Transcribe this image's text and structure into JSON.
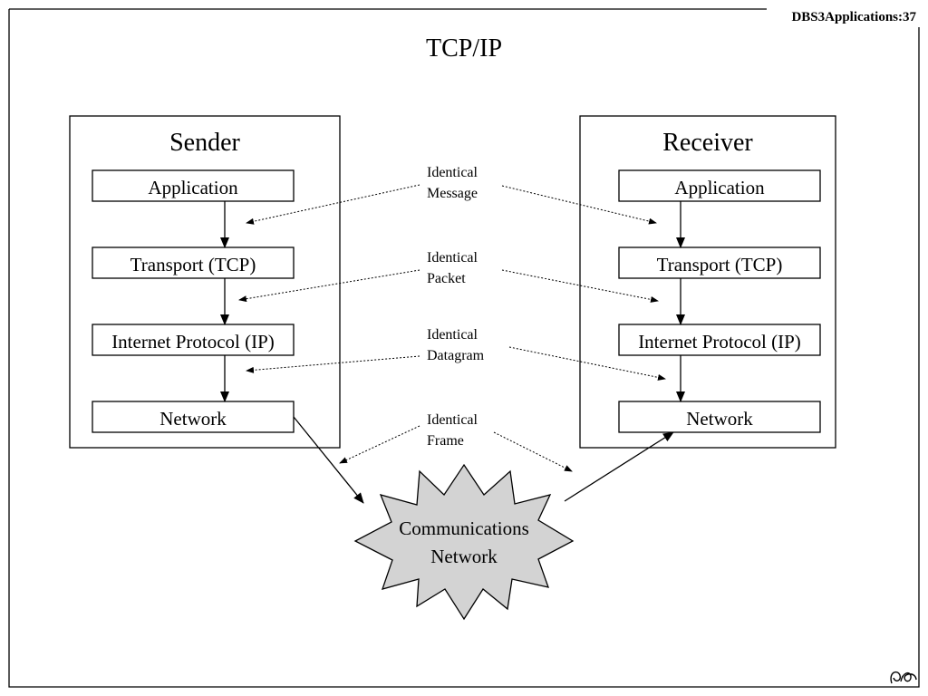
{
  "slide_ref": "DBS3Applications:37",
  "title": "TCP/IP",
  "sender": {
    "heading": "Sender",
    "layers": [
      "Application",
      "Transport (TCP)",
      "Internet Protocol (IP)",
      "Network"
    ]
  },
  "receiver": {
    "heading": "Receiver",
    "layers": [
      "Application",
      "Transport (TCP)",
      "Internet Protocol (IP)",
      "Network"
    ]
  },
  "peer_labels": [
    [
      "Identical",
      "Message"
    ],
    [
      "Identical",
      "Packet"
    ],
    [
      "Identical",
      "Datagram"
    ],
    [
      "Identical",
      "Frame"
    ]
  ],
  "network_cloud": [
    "Communications",
    "Network"
  ]
}
